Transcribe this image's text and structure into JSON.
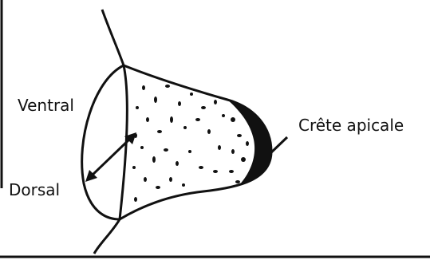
{
  "labels": {
    "ventral": "Ventral",
    "dorsal": "Dorsal",
    "crete_apicale": "Crête apicale"
  },
  "colors": {
    "ink": "#111111",
    "background": "#ffffff"
  }
}
